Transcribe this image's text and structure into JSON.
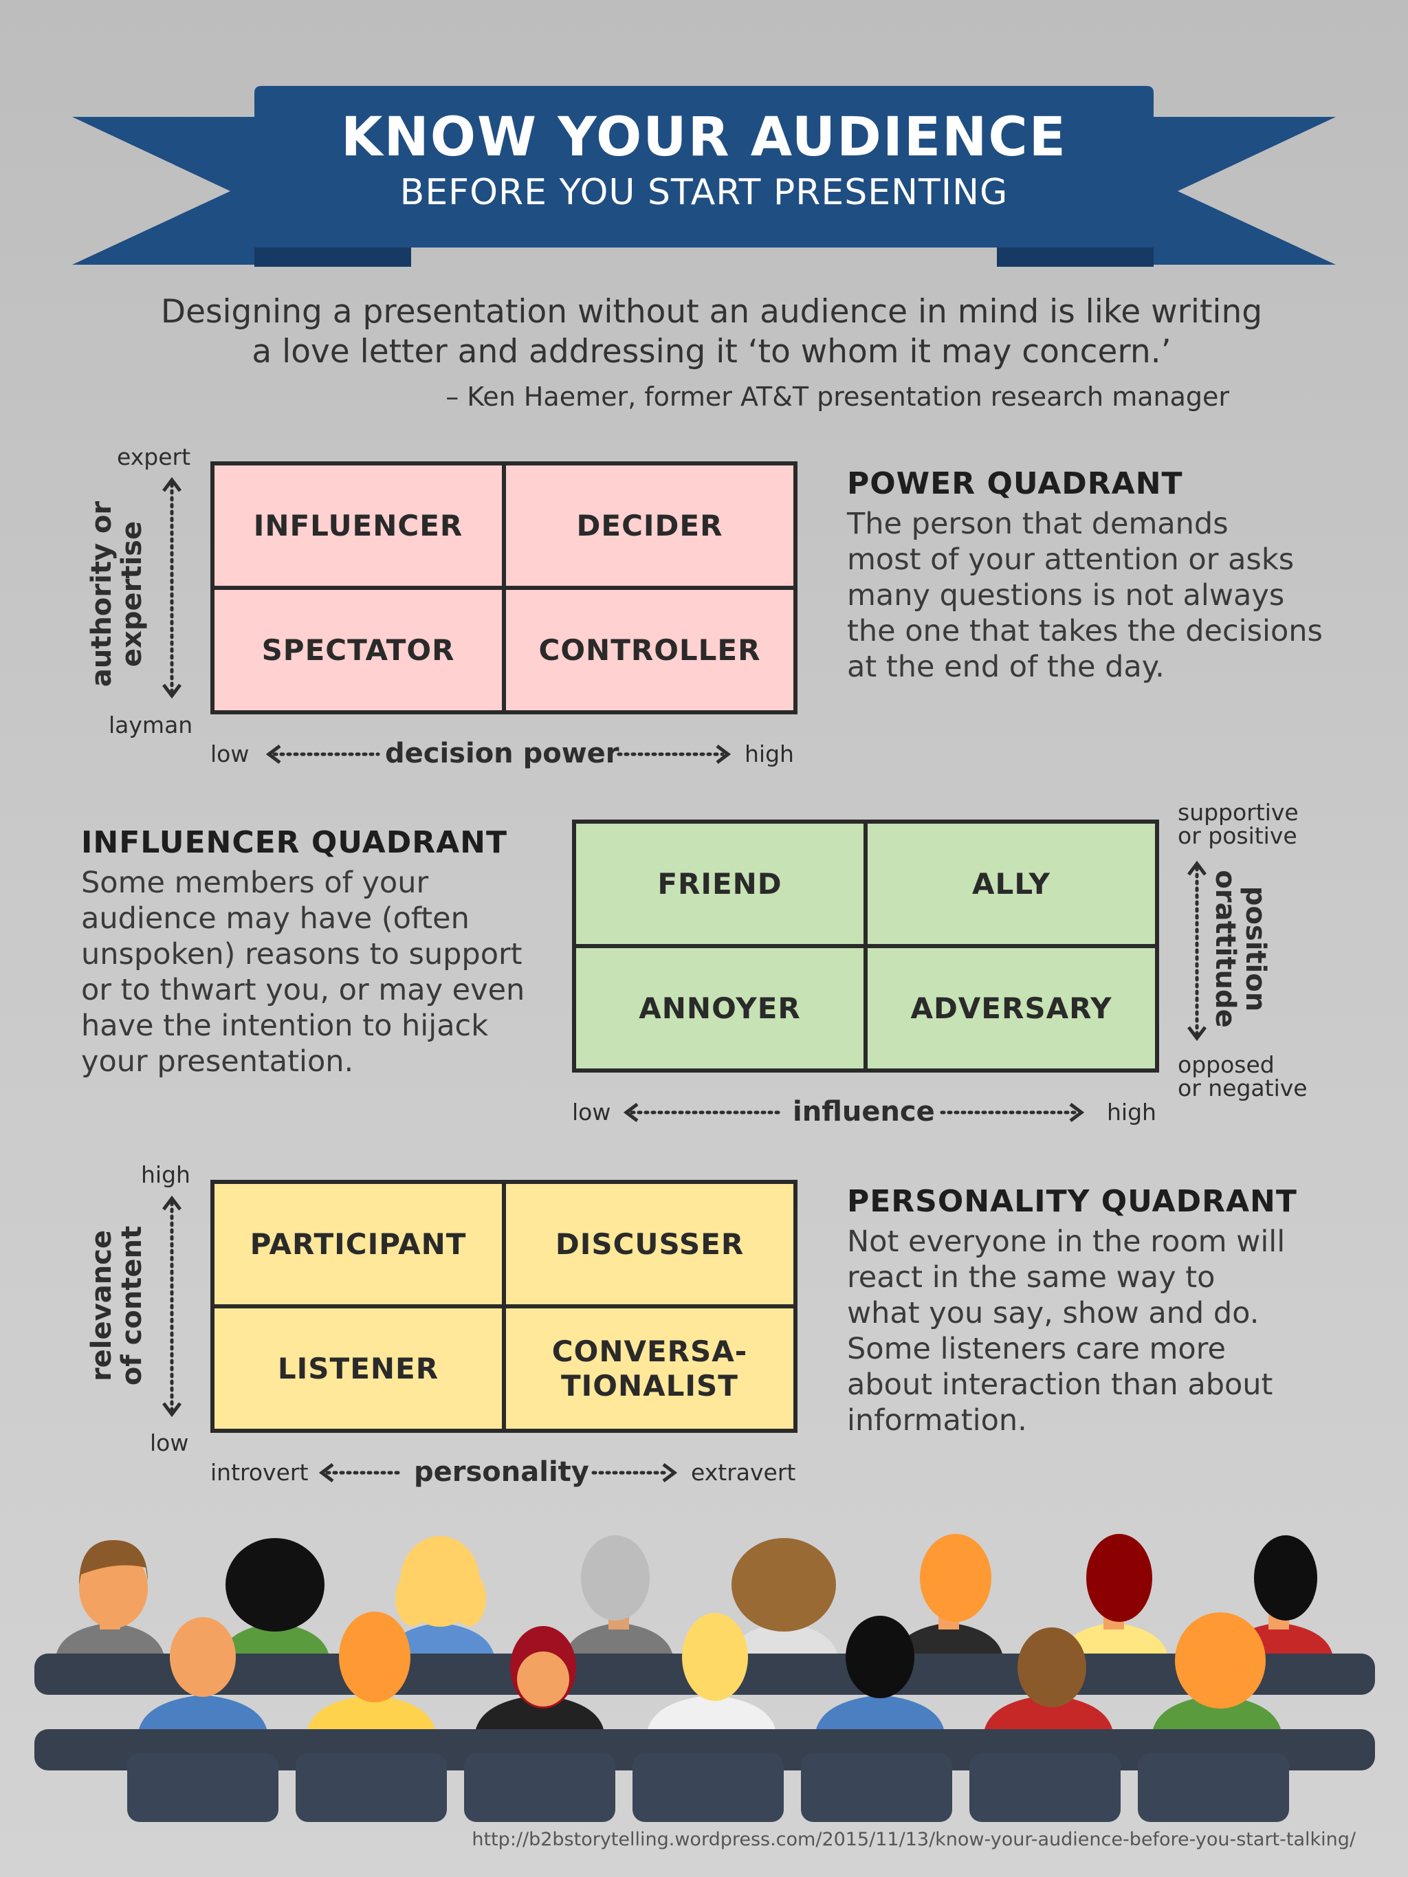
{
  "banner": {
    "title": "KNOW YOUR AUDIENCE",
    "subtitle": "BEFORE YOU START PRESENTING",
    "color": "#1f4e82"
  },
  "quote": {
    "line1": "Designing a presentation without an audience in mind is like writing",
    "line2": "a love letter and addressing it ‘to whom it may concern.’",
    "author": "– Ken Haemer, former AT&T presentation research manager"
  },
  "power": {
    "title": "POWER QUADRANT",
    "desc": [
      "The person that demands",
      "most of your attention or asks",
      "many questions is not always",
      "the one that takes the decisions",
      "at the end of the day."
    ],
    "cells": [
      "INFLUENCER",
      "DECIDER",
      "SPECTATOR",
      "CONTROLLER"
    ],
    "y_axis": {
      "label_line1": "authority or",
      "label_line2": "expertise",
      "high": "expert",
      "low": "layman"
    },
    "x_axis": {
      "label": "decision power",
      "low": "low",
      "high": "high"
    }
  },
  "influencer": {
    "title": "INFLUENCER QUADRANT",
    "desc": [
      "Some members of your",
      "audience may have (often",
      "unspoken) reasons to support",
      "or to thwart you, or may even",
      "have the intention to hijack",
      "your presentation."
    ],
    "cells": [
      "FRIEND",
      "ALLY",
      "ANNOYER",
      "ADVERSARY"
    ],
    "y_axis": {
      "label_line1": "position",
      "label_line2": "orattitude",
      "high_line1": "supportive",
      "high_line2": "or positive",
      "low_line1": "opposed",
      "low_line2": "or negative"
    },
    "x_axis": {
      "label": "influence",
      "low": "low",
      "high": "high"
    }
  },
  "personality": {
    "title": "PERSONALITY QUADRANT",
    "desc": [
      "Not everyone in the room will",
      "react in the same way to",
      "what you say, show and do.",
      "Some listeners care more",
      "about interaction than about",
      "information."
    ],
    "cells": [
      "PARTICIPANT",
      "DISCUSSER",
      "LISTENER",
      "CONVERSA-\nTIONALIST"
    ],
    "y_axis": {
      "label_line1": "relevance",
      "label_line2": "of content",
      "high": "high",
      "low": "low"
    },
    "x_axis": {
      "label": "personality",
      "low": "introvert",
      "high": "extravert"
    }
  },
  "footer": {
    "url": "http://b2bstorytelling.wordpress.com/2015/11/13/know-your-audience-before-you-start-talking/"
  }
}
